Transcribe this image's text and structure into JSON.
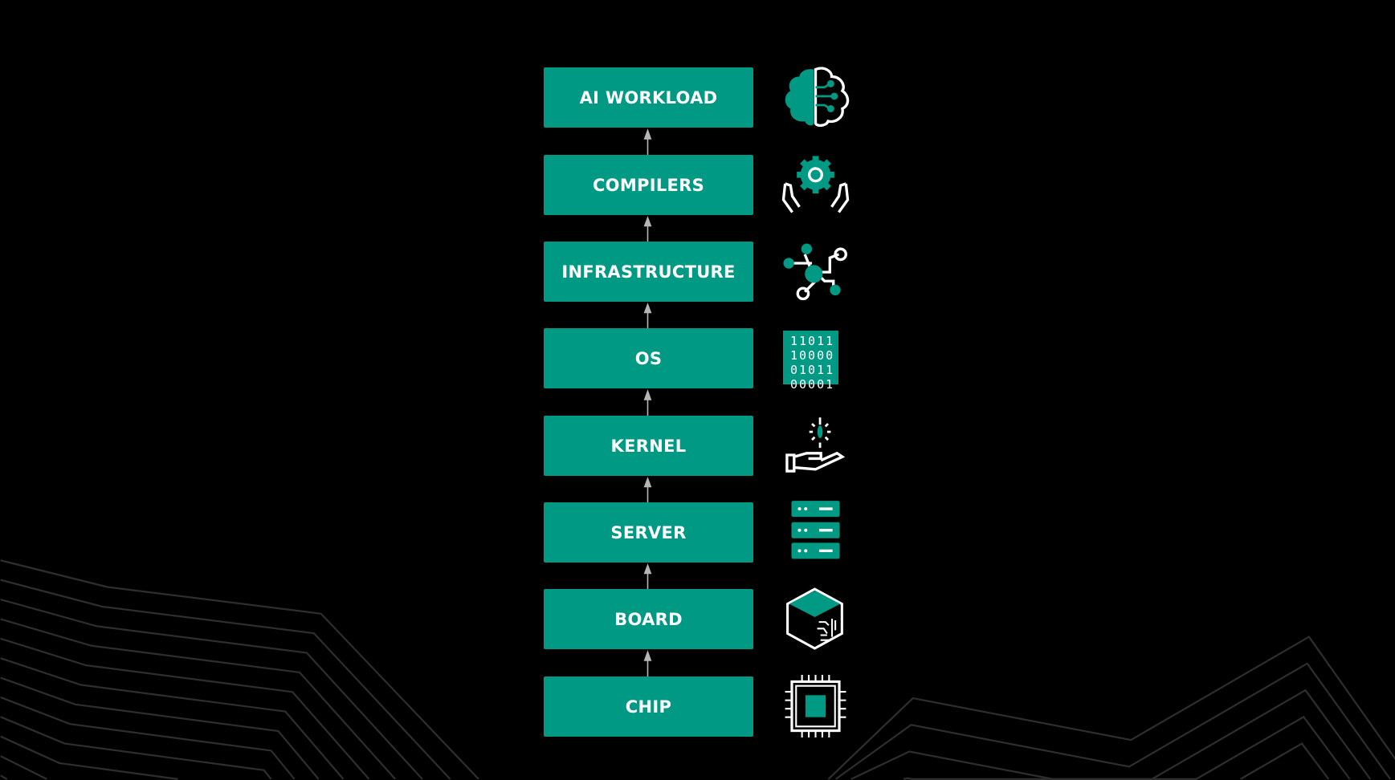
{
  "colors": {
    "accent": "#009984",
    "background": "#000000",
    "arrow": "#b5b5b5",
    "lines": "#2e2e2e"
  },
  "layers": [
    {
      "label": "AI WORKLOAD",
      "icon": "brain-circuit-icon"
    },
    {
      "label": "COMPILERS",
      "icon": "hands-gear-icon"
    },
    {
      "label": "INFRASTRUCTURE",
      "icon": "network-nodes-icon"
    },
    {
      "label": "OS",
      "icon": "binary-code-icon"
    },
    {
      "label": "KERNEL",
      "icon": "hand-seed-icon"
    },
    {
      "label": "SERVER",
      "icon": "server-rack-icon"
    },
    {
      "label": "BOARD",
      "icon": "circuit-cube-icon"
    },
    {
      "label": "CHIP",
      "icon": "microchip-icon"
    }
  ],
  "binary_rows": [
    "11011",
    "10000",
    "01011",
    "00001"
  ]
}
